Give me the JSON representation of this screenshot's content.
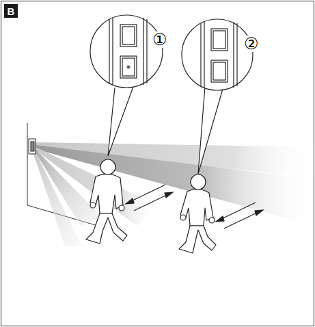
{
  "diagram": {
    "labels": [
      "B",
      "①",
      "②"
    ]
  }
}
